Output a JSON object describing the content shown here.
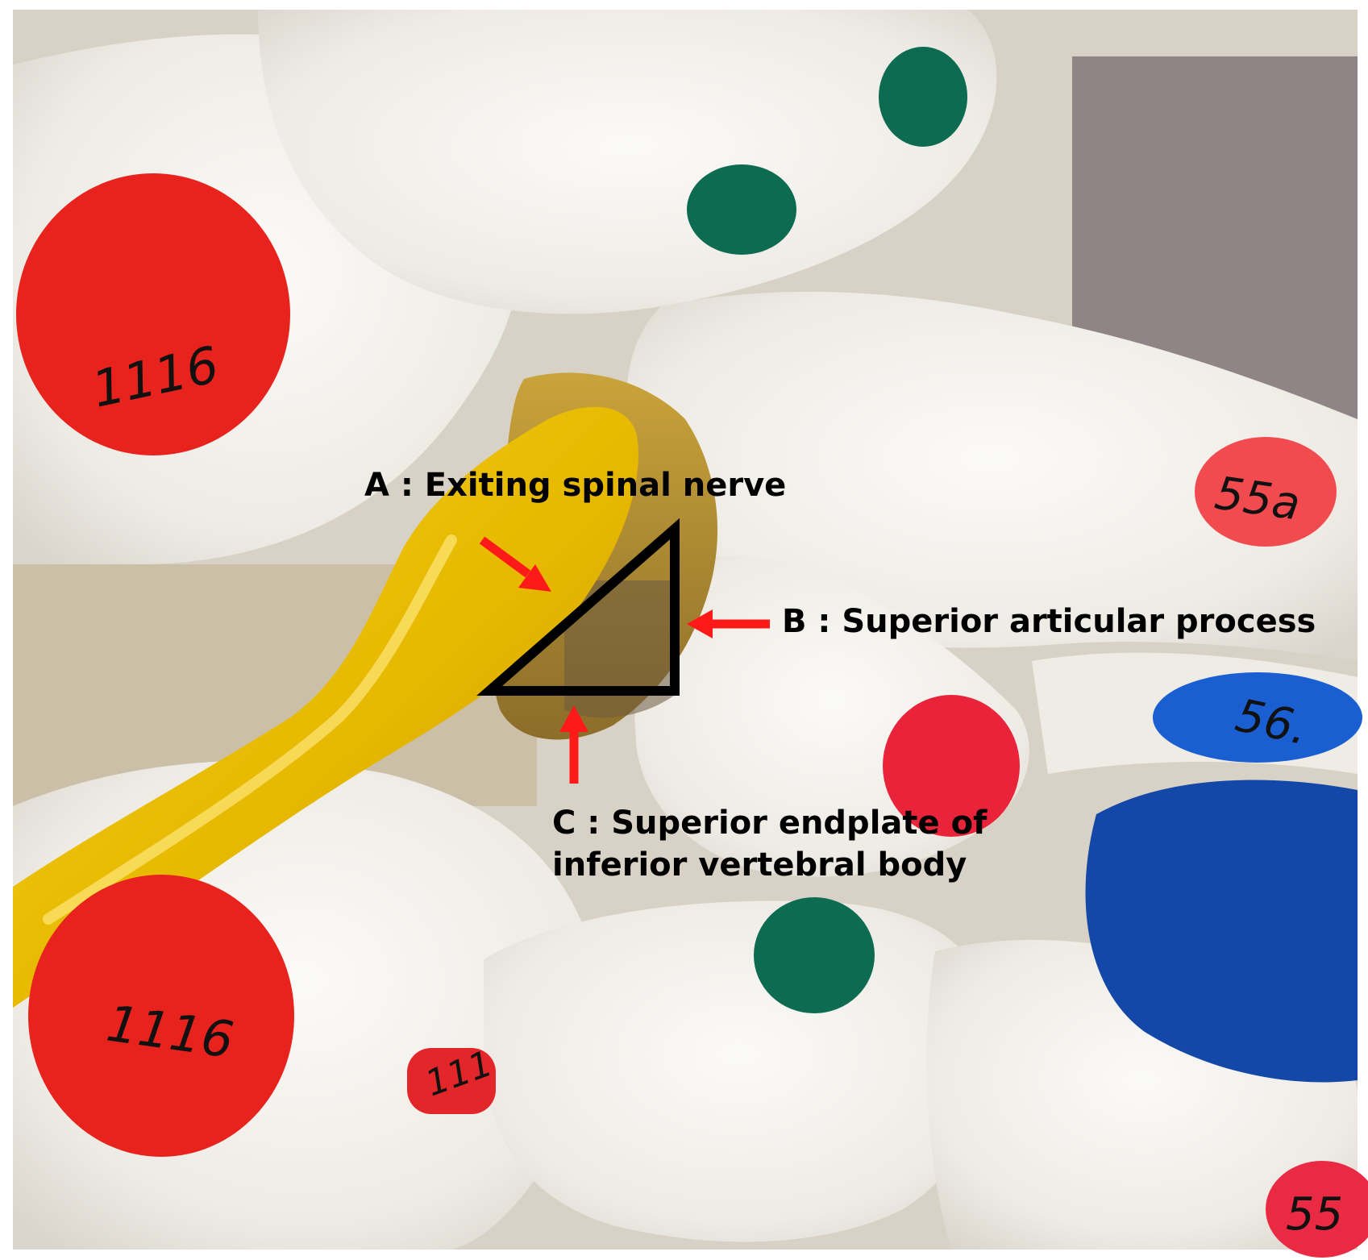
{
  "annotations": {
    "a": "A : Exiting spinal nerve",
    "b": "B : Superior articular process",
    "c_line1": "C : Superior endplate of",
    "c_line2": "inferior vertebral body"
  },
  "model_labels": [
    "1116",
    "1116",
    "55a",
    "56.",
    "55",
    "111"
  ],
  "colors": {
    "arrow": "#ff1a1a",
    "triangle": "#000000",
    "nerve": "#f2c200",
    "marker_red": "#e8231d",
    "marker_green": "#0d6b52",
    "marker_blue": "#1448a8",
    "bone": "#f4f2ee"
  }
}
